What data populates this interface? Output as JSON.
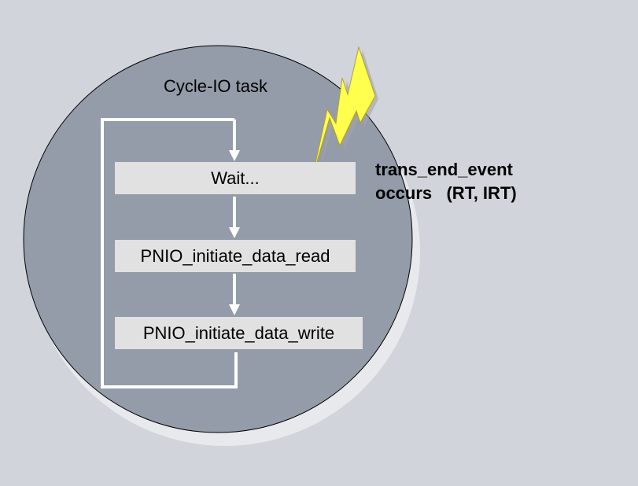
{
  "task": {
    "title": "Cycle-IO task"
  },
  "steps": [
    {
      "label": "Wait..."
    },
    {
      "label": "PNIO_initiate_data_read"
    },
    {
      "label": "PNIO_initiate_data_write"
    }
  ],
  "event": {
    "line1": "trans_end_event",
    "line2": "occurs   (RT, IRT)"
  },
  "colors": {
    "background": "#d1d4db",
    "task_circle": "#939ca8",
    "step_box": "#e1e1e1",
    "lightning": "#ffff4d"
  }
}
